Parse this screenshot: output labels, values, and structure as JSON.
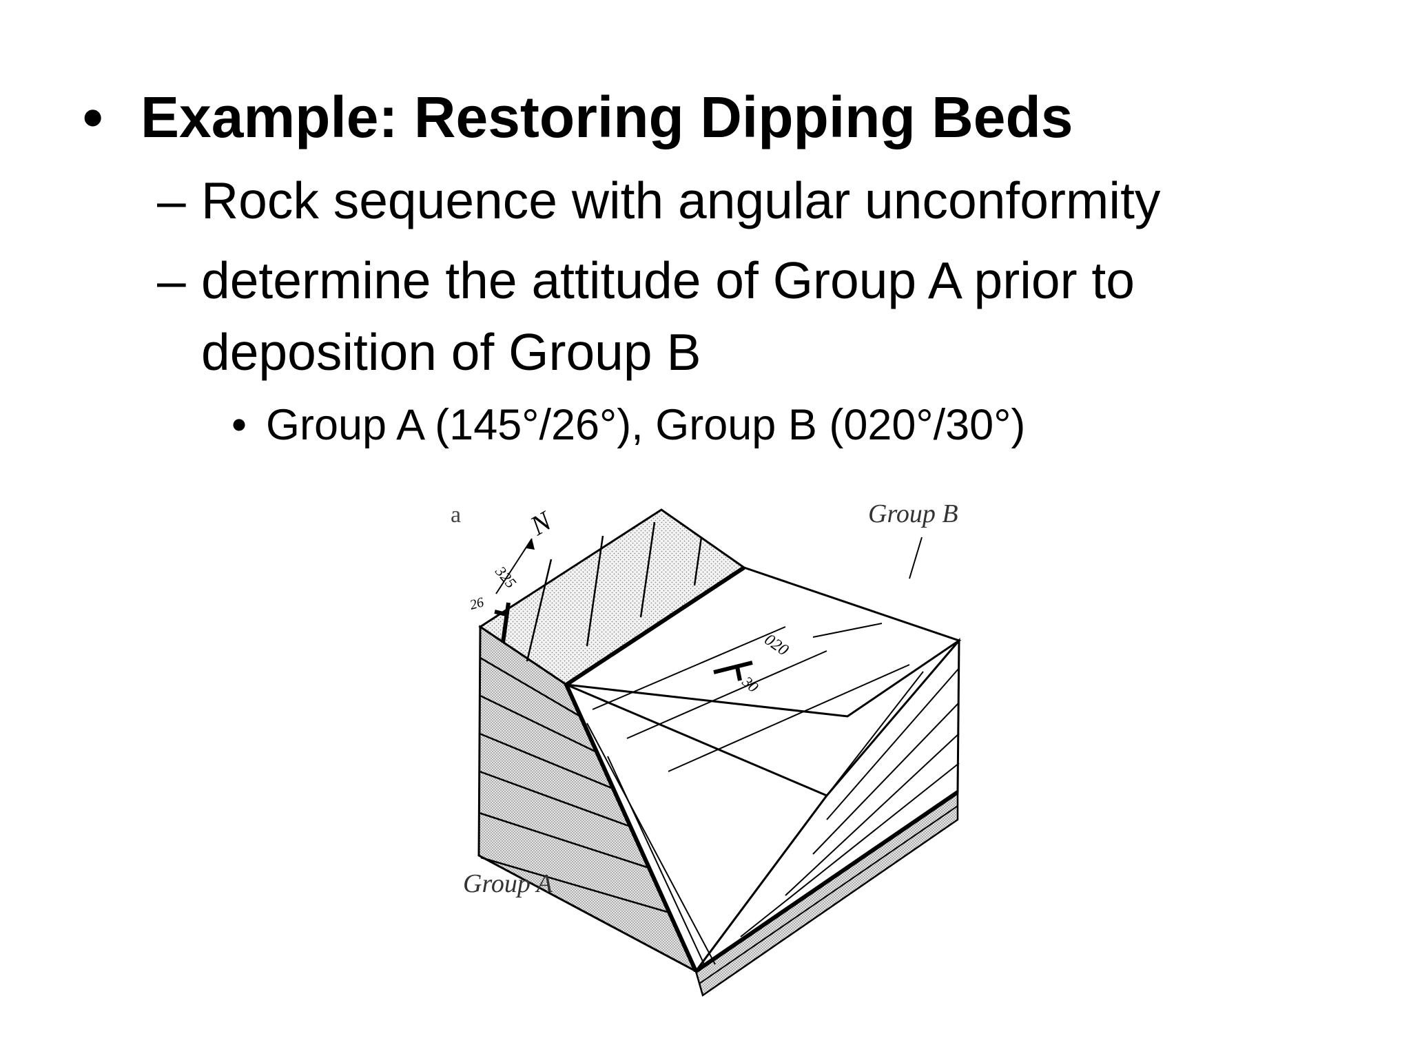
{
  "slide": {
    "title": "Example: Restoring Dipping Beds",
    "bullets": {
      "b1": "Rock sequence with angular unconformity",
      "b2_line1": "determine the attitude of Group A prior to",
      "b2_line2": "deposition of Group B",
      "sub_b1": "Group A (145°/26°), Group B (020°/30°)"
    },
    "symbols": {
      "bullet": "•",
      "dash": "–"
    }
  },
  "figure": {
    "panel_label": "a",
    "group_b_label": "Group B",
    "group_a_label": "Group A",
    "north_label": "N",
    "strike_a": "325",
    "dip_a": "26",
    "strike_b": "020",
    "dip_b": "30"
  }
}
